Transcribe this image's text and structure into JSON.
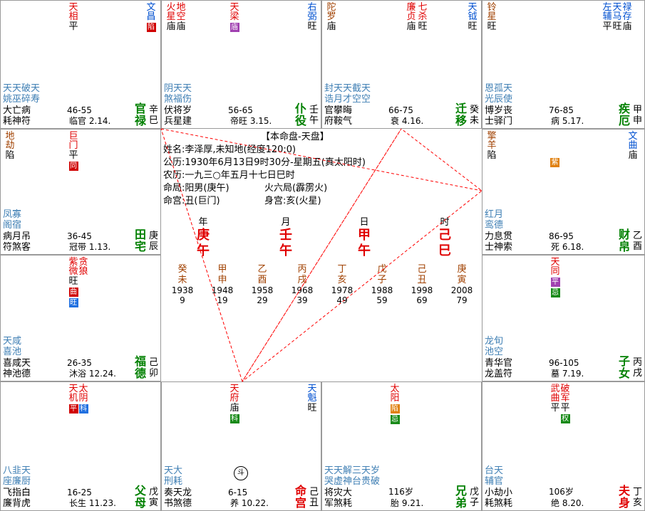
{
  "center": {
    "title": "【本命盘-天盘】",
    "name_line": "姓名:李泽厚,未知地(经度120:0)",
    "solar_line": "公历:1930年6月13日9时30分-星期五(真太阳时)",
    "lunar_line": "农历:一九三○年五月十七日巳时",
    "ju_label": "命局:阳男(庚午)",
    "ju_value": "火六局(霹雳火)",
    "gong_label": "命宫:丑(巨门)",
    "shen_label": "身宫:亥(火星)",
    "pillars": [
      {
        "label": "年",
        "stem": "庚",
        "branch": "午"
      },
      {
        "label": "月",
        "stem": "壬",
        "branch": "午"
      },
      {
        "label": "日",
        "stem": "甲",
        "branch": "午"
      },
      {
        "label": "时",
        "stem": "己",
        "branch": "巳"
      }
    ],
    "dayun": [
      {
        "gz1": "癸",
        "gz2": "未",
        "year": "1938",
        "age": "9"
      },
      {
        "gz1": "甲",
        "gz2": "申",
        "year": "1948",
        "age": "19"
      },
      {
        "gz1": "乙",
        "gz2": "酉",
        "year": "1958",
        "age": "29"
      },
      {
        "gz1": "丙",
        "gz2": "戌",
        "year": "1968",
        "age": "39"
      },
      {
        "gz1": "丁",
        "gz2": "亥",
        "year": "1978",
        "age": "49"
      },
      {
        "gz1": "戊",
        "gz2": "子",
        "year": "1988",
        "age": "59"
      },
      {
        "gz1": "己",
        "gz2": "丑",
        "year": "1998",
        "age": "69"
      },
      {
        "gz1": "庚",
        "gz2": "寅",
        "year": "2008",
        "age": "79"
      }
    ]
  },
  "cells": {
    "si": {
      "stars": [
        {
          "name": "天相",
          "color": "red",
          "bright": "平"
        },
        {
          "name": "文昌",
          "color": "blue",
          "badge": "陷",
          "badge_color": "red"
        }
      ],
      "minor1": "天天破天",
      "minor2": "姚巫碎寿",
      "god1": "大亡病",
      "god2": "耗神符",
      "age": "46-55",
      "stage": "临官 2.14.",
      "palace1": "官",
      "palace2": "禄",
      "gz1": "辛",
      "gz2": "巳"
    },
    "wu": {
      "stars": [
        {
          "name": "火星",
          "color": "red",
          "bright": "庙"
        },
        {
          "name": "地空",
          "color": "red",
          "bright": "庙"
        },
        {
          "name": "天梁",
          "color": "red",
          "badge": "庙",
          "badge_color": "purple"
        },
        {
          "name": "右弼",
          "color": "blue",
          "bright": "旺"
        }
      ],
      "minor1": "阴天天",
      "minor2": "煞福伤",
      "god1": "伏将岁",
      "god2": "兵星建",
      "age": "56-65",
      "stage": "帝旺 3.15.",
      "palace1": "仆",
      "palace2": "役",
      "gz1": "壬",
      "gz2": "午"
    },
    "wei": {
      "stars": [
        {
          "name": "陀罗",
          "color": "brown",
          "bright": "庙"
        },
        {
          "name": "廉贞",
          "color": "red",
          "bright": "庙"
        },
        {
          "name": "七杀",
          "color": "red",
          "bright": "旺"
        },
        {
          "name": "天钺",
          "color": "blue",
          "bright": "旺"
        }
      ],
      "minor1": "封天天截天",
      "minor2": "诰月才空空",
      "god1": "官攀晦",
      "god2": "府鞍气",
      "age": "66-75",
      "stage": "衰 4.16.",
      "palace1": "迁",
      "palace2": "移",
      "gz1": "癸",
      "gz2": "未"
    },
    "shen": {
      "stars": [
        {
          "name": "铃星",
          "color": "brown",
          "bright": "旺"
        },
        {
          "name": "左辅",
          "color": "blue",
          "bright": "平"
        },
        {
          "name": "天马",
          "color": "blue",
          "bright": "旺"
        },
        {
          "name": "禄存",
          "color": "blue",
          "bright": "庙"
        }
      ],
      "minor1": "恩孤天",
      "minor2": "光辰使",
      "god1": "博岁丧",
      "god2": "士驿门",
      "age": "76-85",
      "stage": "病 5.17.",
      "palace1": "疾",
      "palace2": "厄",
      "gz1": "甲",
      "gz2": "申"
    },
    "chen": {
      "stars": [
        {
          "name": "地劫",
          "color": "brown",
          "bright": "陷"
        },
        {
          "name": "巨门",
          "color": "red",
          "bright": "平",
          "badge": "同",
          "badge_color": "red"
        }
      ],
      "minor1": "凤寡",
      "minor2": "阁宿",
      "god1": "病月吊",
      "god2": "符煞客",
      "age": "36-45",
      "stage": "冠带 1.13.",
      "palace1": "田",
      "palace2": "宅",
      "gz1": "庚",
      "gz2": "辰"
    },
    "you": {
      "stars": [
        {
          "name": "擎羊",
          "color": "brown",
          "bright": "陷"
        },
        {
          "name": "文曲",
          "color": "blue",
          "bright": "庙"
        }
      ],
      "extra_badge": "紫",
      "extra_badge_color": "orange",
      "minor1": "红月",
      "minor2": "鸾德",
      "god1": "力息贯",
      "god2": "士神索",
      "age": "86-95",
      "stage": "死 6.18.",
      "palace1": "财",
      "palace2": "帛",
      "gz1": "乙",
      "gz2": "酉"
    },
    "mao": {
      "stars": [
        {
          "name": "紫微",
          "color": "red",
          "bright": "旺",
          "badge": "曲",
          "badge_color": "red",
          "badge2": "旺",
          "badge2_color": "blue"
        },
        {
          "name": "贪狼",
          "color": "red"
        }
      ],
      "minor1": "天咸",
      "minor2": "喜池",
      "god1": "喜咸天",
      "god2": "神池德",
      "age": "26-35",
      "stage": "沐浴 12.24.",
      "palace1": "福",
      "palace2": "德",
      "gz1": "己",
      "gz2": "卯"
    },
    "xu": {
      "stars": [
        {
          "name": "天同",
          "color": "red",
          "badge": "平",
          "badge_color": "purple",
          "badge2": "忌",
          "badge2_color": "green"
        }
      ],
      "minor1": "龙旬",
      "minor2": "池空",
      "god1": "青华官",
      "god2": "龙盖符",
      "age": "96-105",
      "stage": "墓 7.19.",
      "palace1": "子",
      "palace2": "女",
      "gz1": "丙",
      "gz2": "戌"
    },
    "yin": {
      "stars": [
        {
          "name": "天机",
          "color": "red",
          "badge": "平",
          "badge_color": "red"
        },
        {
          "name": "太阴",
          "color": "red",
          "badge": "科",
          "badge_color": "blue"
        }
      ],
      "minor1": "八韭天",
      "minor2": "座廉厨",
      "god1": "飞指白",
      "god2": "廉背虎",
      "age": "16-25",
      "stage": "长生 11.23.",
      "palace1": "父",
      "palace2": "母",
      "gz1": "戊",
      "gz2": "寅"
    },
    "chou": {
      "stars": [
        {
          "name": "天府",
          "color": "red",
          "bright": "庙",
          "badge": "科",
          "badge_color": "green"
        },
        {
          "name": "天魁",
          "color": "blue",
          "bright": "旺"
        }
      ],
      "minor1": "天大",
      "minor2": "刑耗",
      "god1": "奏天龙",
      "god2": "书煞德",
      "age": "6-15",
      "stage": "养 10.22.",
      "mingzhu": "斗",
      "palace1": "命",
      "palace2": "宫",
      "gz1": "己",
      "gz2": "丑"
    },
    "zi": {
      "stars": [
        {
          "name": "太阳",
          "color": "red",
          "badge": "陷",
          "badge_color": "orange",
          "badge2": "忌",
          "badge2_color": "green"
        }
      ],
      "minor1": "天天解三天岁",
      "minor2": "哭虚神台贵破",
      "god1": "将灾大",
      "god2": "军煞耗",
      "age": "116岁",
      "stage": "胎 9.21.",
      "palace1": "兄",
      "palace2": "弟",
      "gz1": "戊",
      "gz2": "子"
    },
    "hai": {
      "stars": [
        {
          "name": "武曲",
          "color": "red",
          "bright": "平"
        },
        {
          "name": "破军",
          "color": "red",
          "bright": "平",
          "badge": "权",
          "badge_color": "green"
        }
      ],
      "minor1": "台天",
      "minor2": "辅官",
      "god1": "小劫小",
      "god2": "耗煞耗",
      "age": "106岁",
      "stage": "绝 8.20.",
      "palace1": "夫",
      "palace2": "身",
      "gz1": "丁",
      "gz2": "亥"
    }
  }
}
